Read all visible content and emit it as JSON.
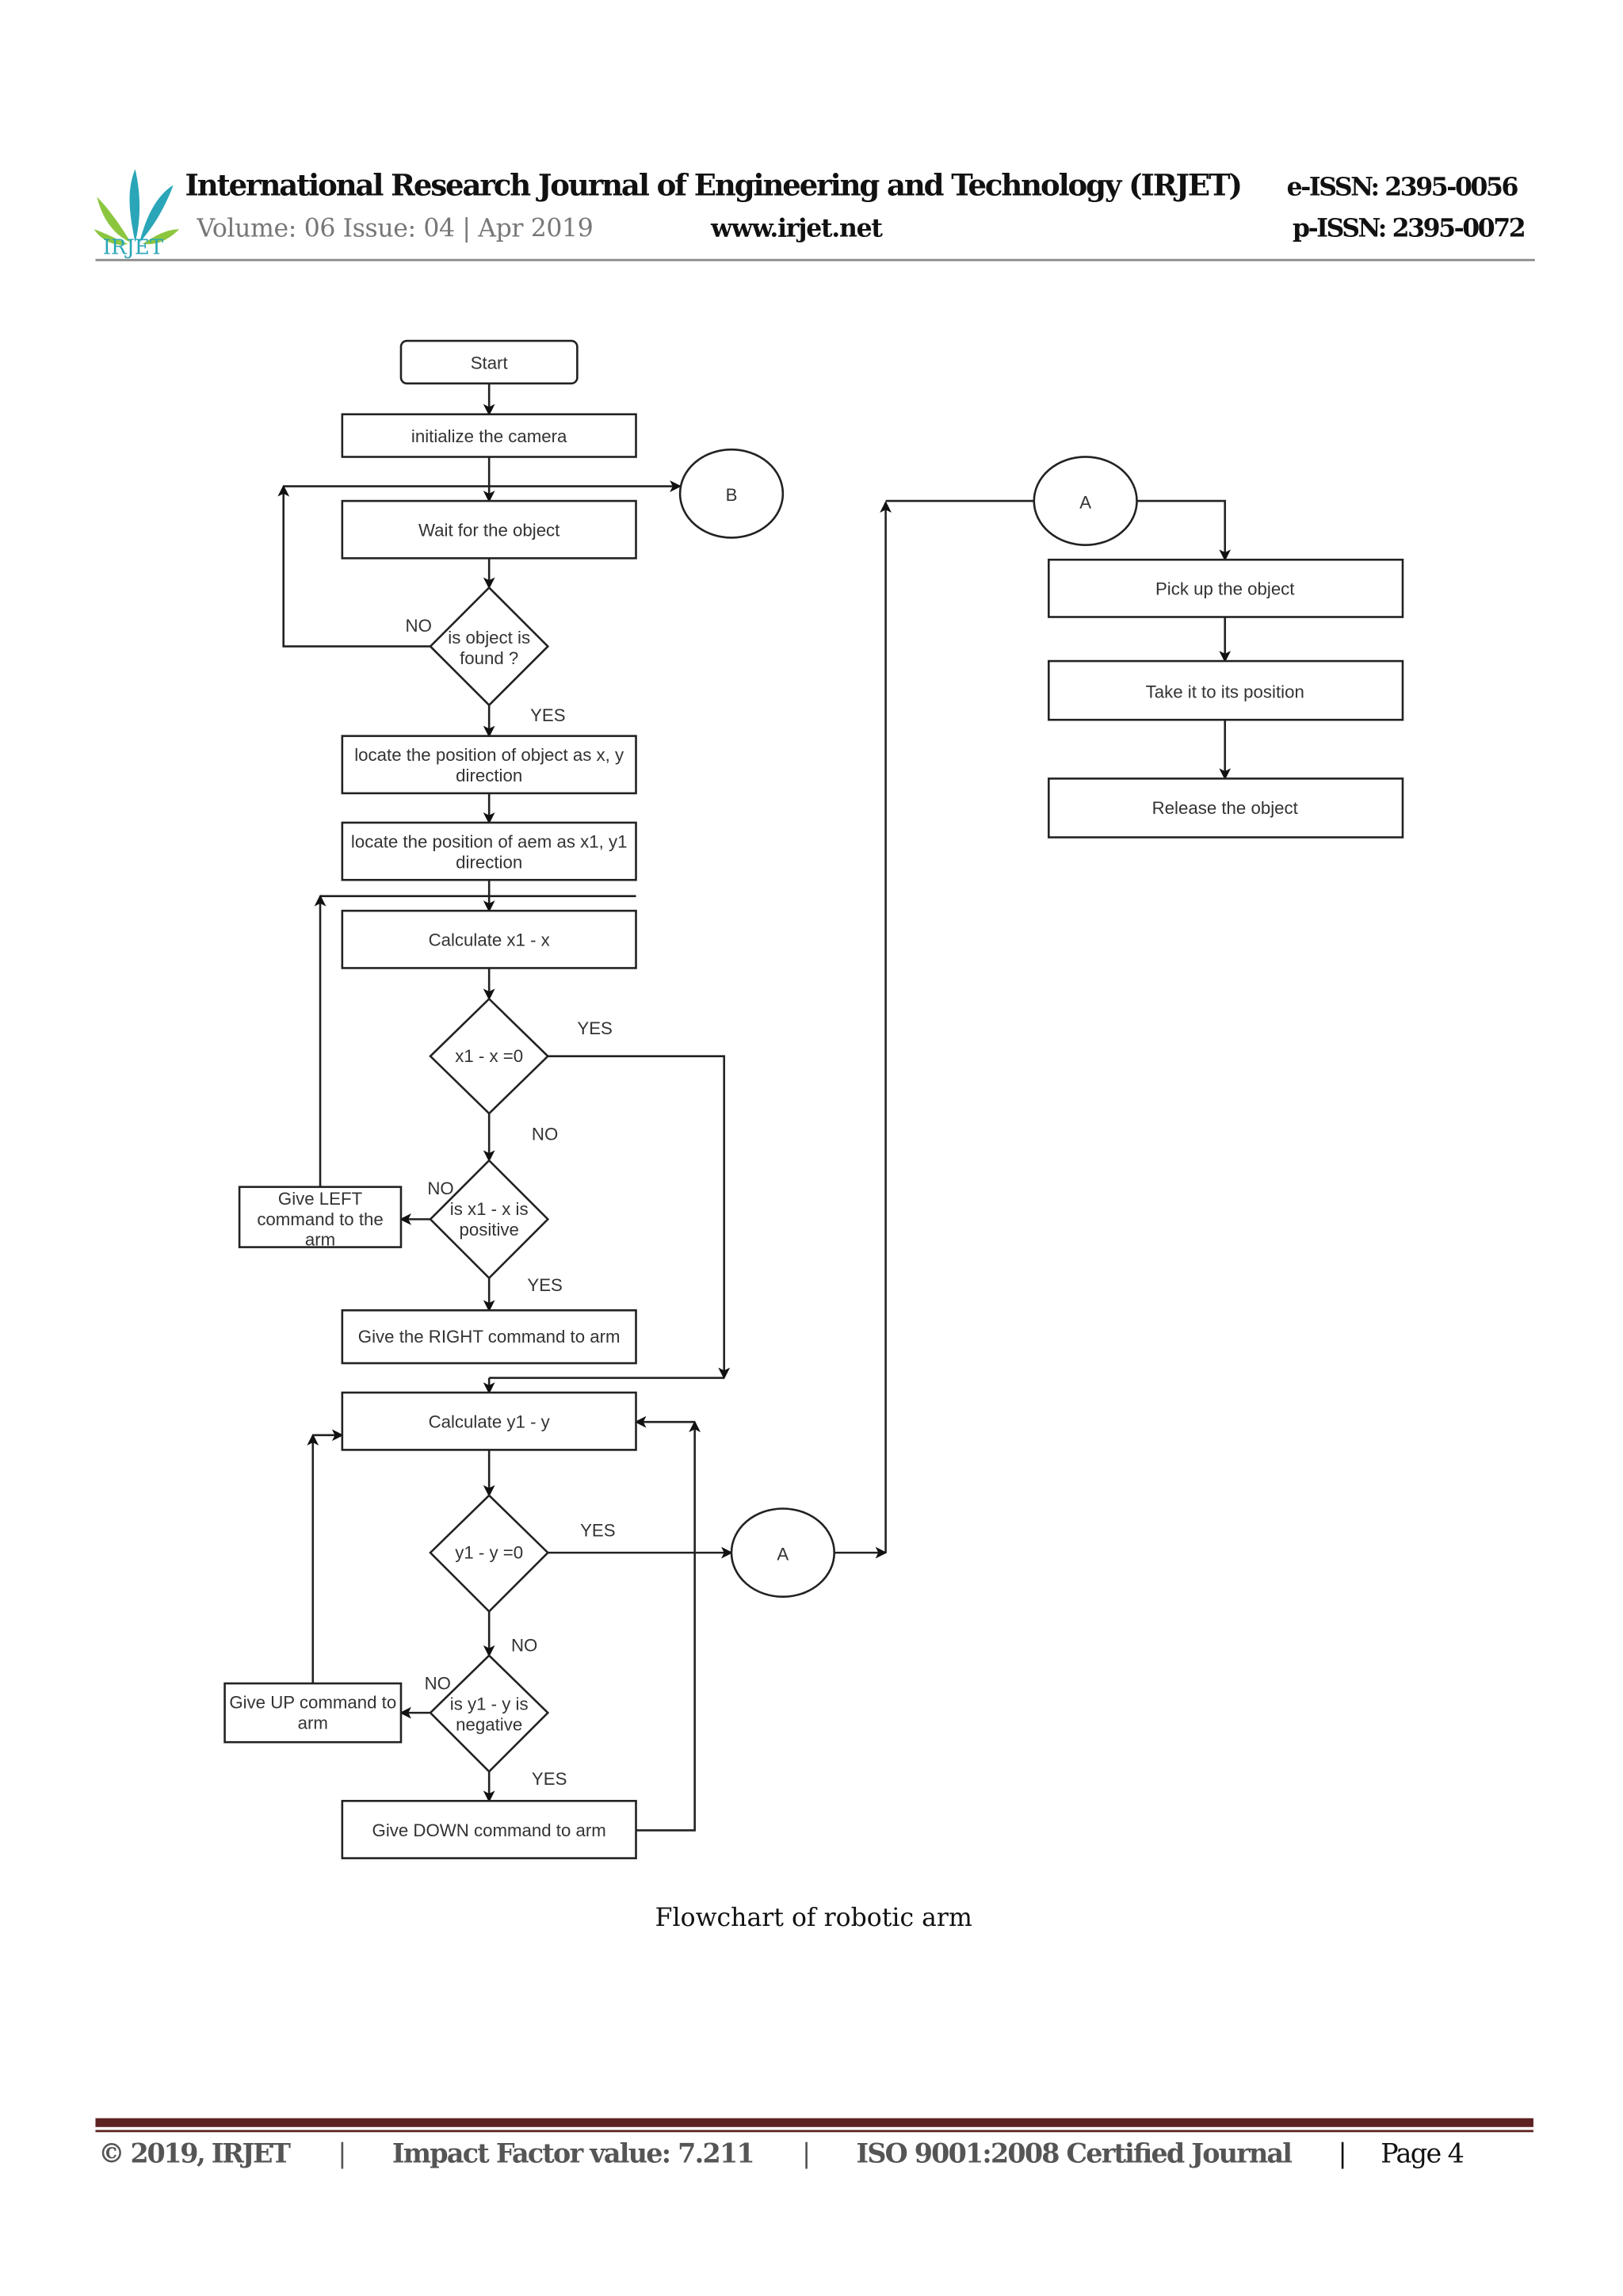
{
  "header": {
    "logo_text": "IRJET",
    "journal_title": "International Research Journal of Engineering and Technology (IRJET)",
    "e_issn": "e-ISSN: 2395-0056",
    "volume": "Volume: 06 Issue: 04 | Apr 2019",
    "website": "www.irjet.net",
    "p_issn": "p-ISSN: 2395-0072"
  },
  "flowchart": {
    "start": "Start",
    "init_camera": "initialize the camera",
    "wait_object": "Wait for the object",
    "connector_b": "B",
    "object_found": [
      "is object is",
      "found ?"
    ],
    "locate_object": [
      "locate the position of object as x, y",
      "direction"
    ],
    "locate_arm": [
      "locate the position of aem as x1, y1",
      "direction"
    ],
    "calc_x": "Calculate x1 - x",
    "x_zero": "x1 - x =0",
    "x_positive": [
      "is x1 - x is",
      "positive"
    ],
    "give_left": [
      "Give LEFT",
      "command to the",
      "arm"
    ],
    "give_right": "Give the RIGHT command to arm",
    "calc_y": "Calculate y1 - y",
    "y_zero": "y1 - y =0",
    "y_negative": [
      "is y1 - y is",
      "negative"
    ],
    "give_up": [
      "Give UP command to",
      "arm"
    ],
    "give_down": "Give DOWN command to arm",
    "connector_a": "A",
    "pick_up": "Pick up the object",
    "take_position": "Take it to its position",
    "release": "Release the object",
    "labels": {
      "yes": "YES",
      "no": "NO"
    }
  },
  "caption": "Flowchart of robotic arm",
  "footer": {
    "copyright": "© 2019, IRJET",
    "sep": "|",
    "impact": "Impact Factor value: 7.211",
    "iso": "ISO 9001:2008 Certified Journal",
    "page": "Page 4"
  },
  "colors": {
    "footer_bar": "#5e2222",
    "logo_teal": "#2aa6b8",
    "logo_green": "#8cc63f"
  }
}
